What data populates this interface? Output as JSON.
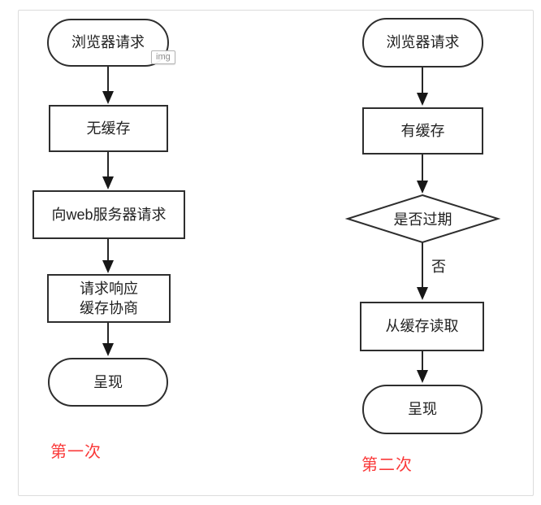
{
  "colors": {
    "shape_stroke": "#2e2e2e",
    "caption_red": "#fa3a3a",
    "frame_border": "#dcdcdc",
    "badge_text": "#8d8d8d"
  },
  "overlay": {
    "img_badge": "img"
  },
  "left_flow": {
    "caption": "第一次",
    "nodes": [
      {
        "type": "stadium",
        "label": "浏览器请求"
      },
      {
        "type": "rect",
        "label": "无缓存"
      },
      {
        "type": "rect",
        "label": "向web服务器请求"
      },
      {
        "type": "rect",
        "label": "请求响应\n缓存协商"
      },
      {
        "type": "stadium",
        "label": "呈现"
      }
    ]
  },
  "right_flow": {
    "caption": "第二次",
    "edge_label": "否",
    "nodes": [
      {
        "type": "stadium",
        "label": "浏览器请求"
      },
      {
        "type": "rect",
        "label": "有缓存"
      },
      {
        "type": "diamond",
        "label": "是否过期"
      },
      {
        "type": "rect",
        "label": "从缓存读取"
      },
      {
        "type": "stadium",
        "label": "呈现"
      }
    ]
  }
}
